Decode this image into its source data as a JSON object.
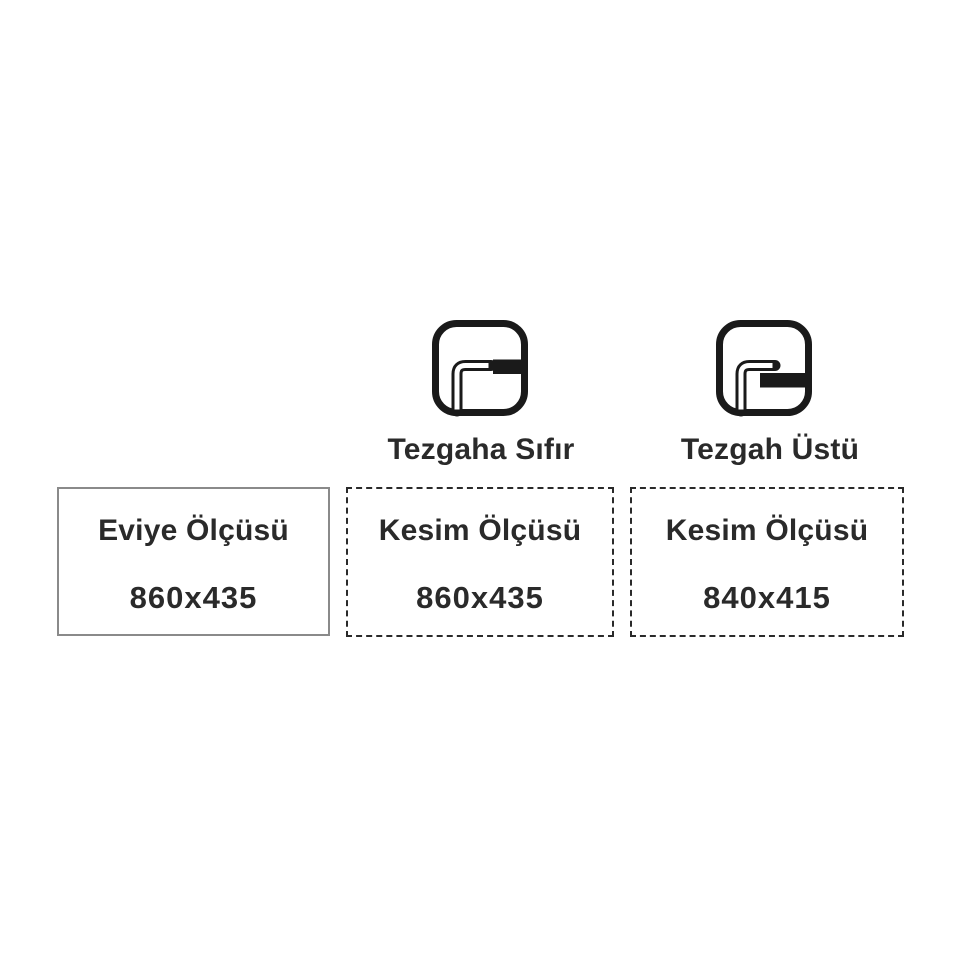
{
  "page": {
    "background": "#ffffff",
    "description_labels": {
      "flush_mount": "Tezgaha Sıfır",
      "over_mount": "Tezgah Üstü"
    }
  },
  "mount_options": [
    {
      "label": "Tezgaha Sıfır",
      "icon": "flush-mount-sink-icon"
    },
    {
      "label": "Tezgah Üstü",
      "icon": "overmount-sink-icon"
    }
  ],
  "boxes": [
    {
      "title": "Eviye Ölçüsü",
      "size": "860x435",
      "border_style": "solid"
    },
    {
      "title": "Kesim Ölçüsü",
      "size": "860x435",
      "border_style": "dashed"
    },
    {
      "title": "Kesim Ölçüsü",
      "size": "840x415",
      "border_style": "dashed"
    }
  ],
  "colors": {
    "text": "#2a2a2a",
    "icon": "#1a1a1a",
    "solid_border": "#8a8a8a",
    "dashed_border": "#2a2a2a"
  }
}
